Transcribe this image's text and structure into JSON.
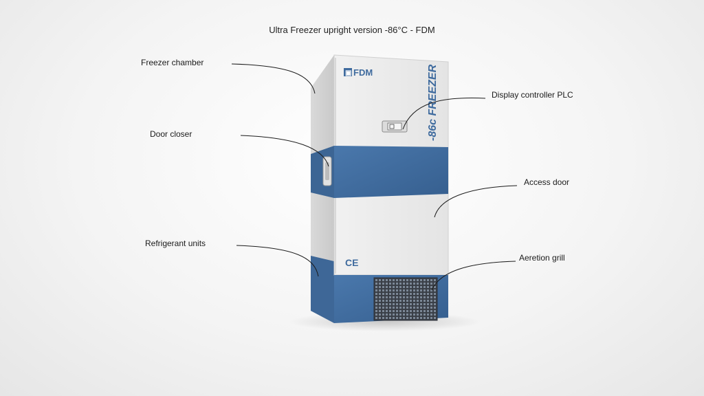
{
  "title": "Ultra Freezer upright version -86°C - FDM",
  "labels": {
    "freezer_chamber": "Freezer chamber",
    "door_closer": "Door closer",
    "refrigerant_units": "Refrigerant units",
    "display_controller": "Display controller PLC",
    "access_door": "Access door",
    "aeretion_grill": "Aeretion grill"
  },
  "product": {
    "brand": "FDM",
    "side_text": "-86c FREEZER",
    "ce_mark": "CE"
  },
  "colors": {
    "blue": "#3f6b9e",
    "body": "#ededed"
  }
}
